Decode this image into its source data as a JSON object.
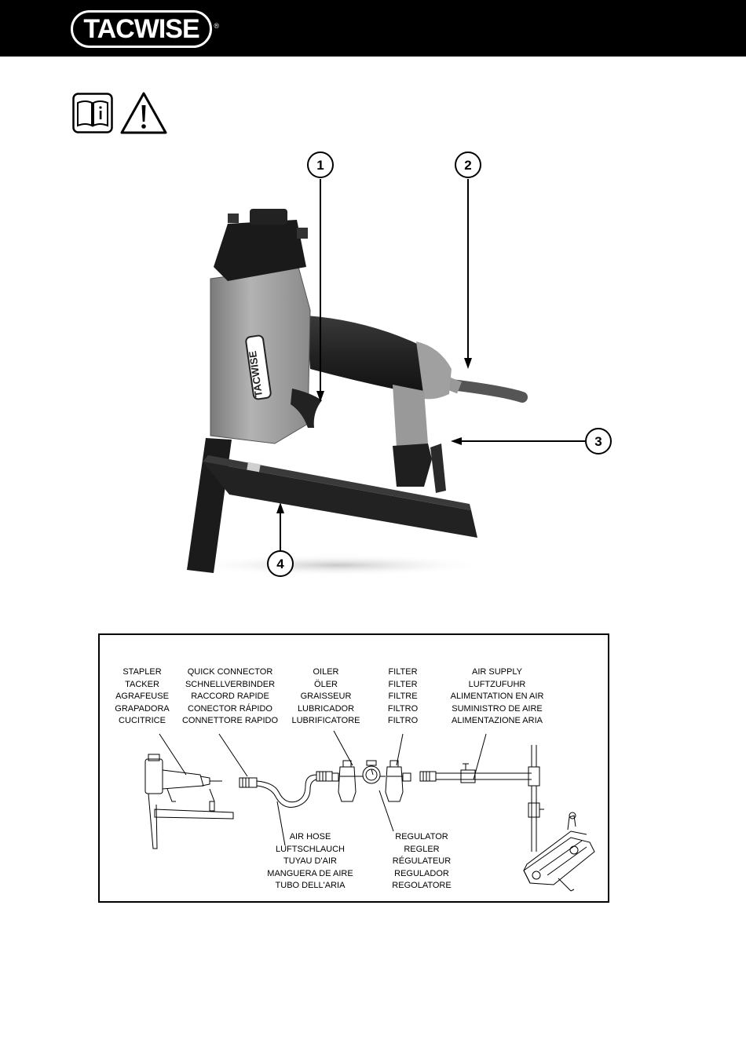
{
  "header": {
    "logo_text": "TACWISE",
    "logo_reg": "®"
  },
  "icons": [
    "manual-info-icon",
    "warning-triangle-icon"
  ],
  "figure1": {
    "callouts": [
      "1",
      "2",
      "3",
      "4"
    ],
    "tool_brand": "TACWISE"
  },
  "diagram": {
    "stapler": [
      "STAPLER",
      "TACKER",
      "AGRAFEUSE",
      "GRAPADORA",
      "CUCITRICE"
    ],
    "quick_connector": [
      "QUICK CONNECTOR",
      "SCHNELLVERBINDER",
      "RACCORD RAPIDE",
      "CONECTOR RÁPIDO",
      "CONNETTORE RAPIDO"
    ],
    "oiler": [
      "OILER",
      "ÖLER",
      "GRAISSEUR",
      "LUBRICADOR",
      "LUBRIFICATORE"
    ],
    "filter": [
      "FILTER",
      "FILTER",
      "FILTRE",
      "FILTRO",
      "FILTRO"
    ],
    "air_supply": [
      "AIR SUPPLY",
      "LUFTZUFUHR",
      "ALIMENTATION EN AIR",
      "SUMINISTRO DE AIRE",
      "ALIMENTAZIONE ARIA"
    ],
    "air_hose": [
      "AIR HOSE",
      "LUFTSCHLAUCH",
      "TUYAU D'AIR",
      "MANGUERA DE AIRE",
      "TUBO DELL'ARIA"
    ],
    "regulator": [
      "REGULATOR",
      "REGLER",
      "RÉGULATEUR",
      "REGULADOR",
      "REGOLATORE"
    ]
  }
}
